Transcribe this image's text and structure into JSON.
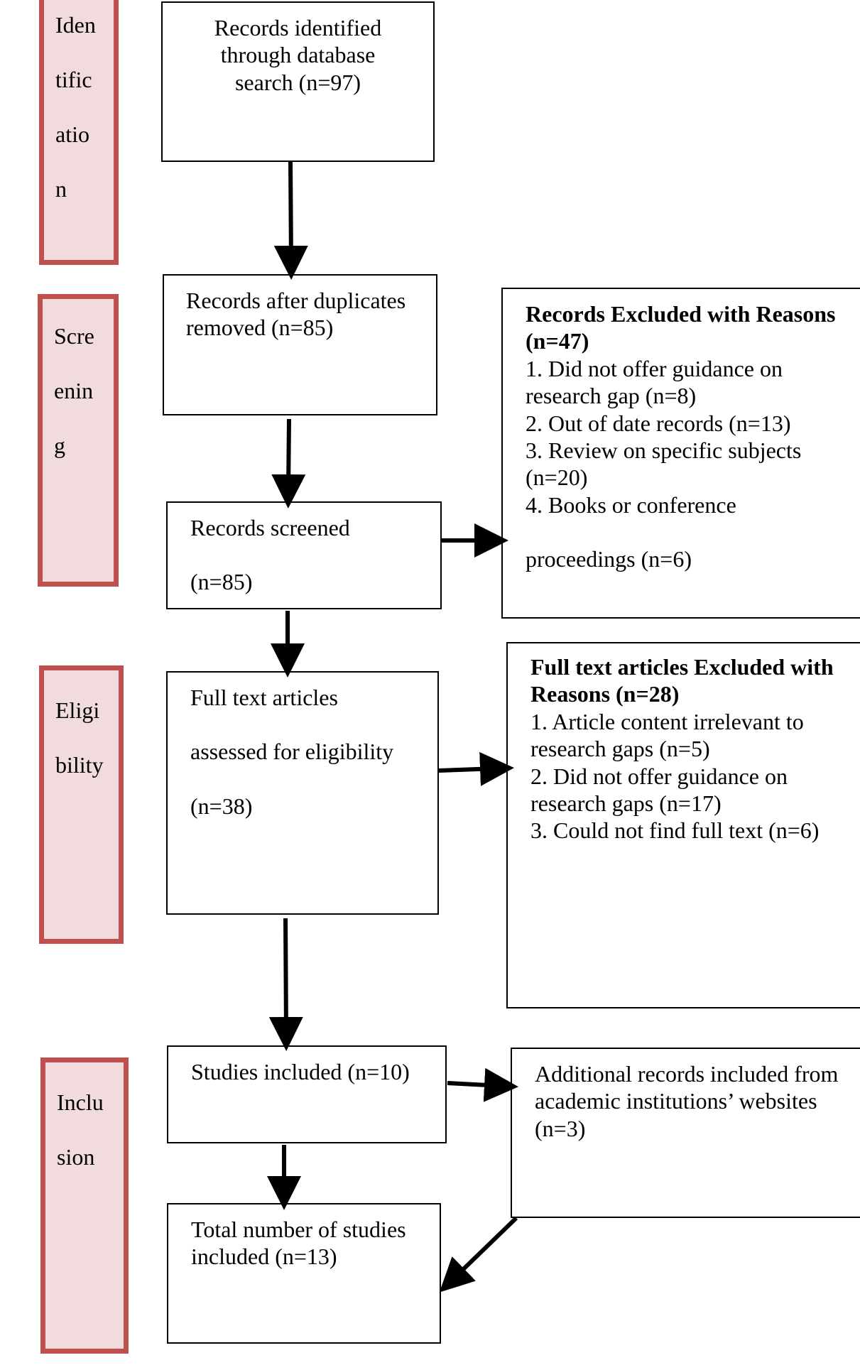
{
  "colors": {
    "phase_fill": "#f2dbdc",
    "phase_border": "#c0504d",
    "box_border": "#000000",
    "arrow": "#000000"
  },
  "phases": {
    "identification": [
      "Iden",
      "tific",
      "atio",
      "n"
    ],
    "screening": [
      "Scre",
      "enin",
      "g"
    ],
    "eligibility": [
      "Eligi",
      "bility"
    ],
    "inclusion": [
      "Inclu",
      "sion"
    ]
  },
  "boxes": {
    "identified": [
      "Records identified",
      "through database",
      "search (n=97)"
    ],
    "after_duplicates": [
      "Records after duplicates",
      "removed (n=85)"
    ],
    "screened": [
      "Records screened",
      "",
      "(n=85)"
    ],
    "full_text": [
      "Full text articles",
      "",
      "assessed for eligibility",
      "",
      "(n=38)"
    ],
    "studies_included": [
      "Studies included (n=10)"
    ],
    "total_included": [
      "Total number of studies",
      "included (n=13)"
    ]
  },
  "excluded_records": {
    "heading": [
      "Records Excluded with Reasons",
      "(n=47)"
    ],
    "items": [
      "1. Did not offer guidance on",
      "research gap (n=8)",
      "2. Out of date records (n=13)",
      "3. Review on specific subjects",
      "(n=20)",
      "4. Books or conference",
      "",
      "proceedings (n=6)"
    ]
  },
  "excluded_full_text": {
    "heading": [
      "Full text articles Excluded with",
      "Reasons (n=28)"
    ],
    "items": [
      "1. Article content irrelevant to",
      "research gaps (n=5)",
      "2. Did not offer guidance on",
      "research gaps (n=17)",
      "3. Could not find full text (n=6)"
    ]
  },
  "additional": [
    "Additional records included from",
    "academic institutions’ websites",
    "(n=3)"
  ]
}
